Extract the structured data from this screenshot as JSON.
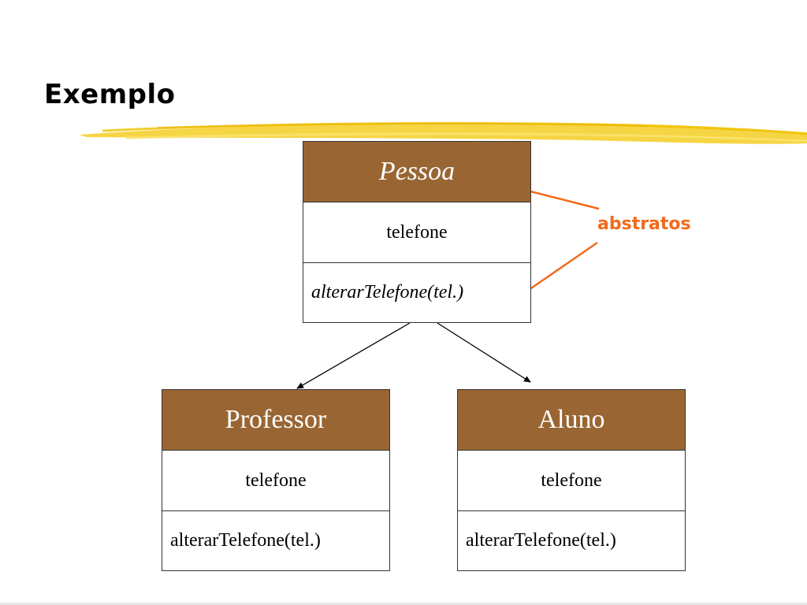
{
  "slide": {
    "title": "Exemplo",
    "note": "abstratos"
  },
  "classes": {
    "pessoa": {
      "name": "Pessoa",
      "attribute": "telefone",
      "method": "alterarTelefone(tel.)"
    },
    "professor": {
      "name": "Professor",
      "attribute": "telefone",
      "method": "alterarTelefone(tel.)"
    },
    "aluno": {
      "name": "Aluno",
      "attribute": "telefone",
      "method": "alterarTelefone(tel.)"
    }
  },
  "colors": {
    "header": "#996633",
    "highlight": "#f2c200",
    "note": "#f26a1b",
    "line": "#000000"
  },
  "icons": [
    "highlighter-stroke",
    "arrow"
  ]
}
